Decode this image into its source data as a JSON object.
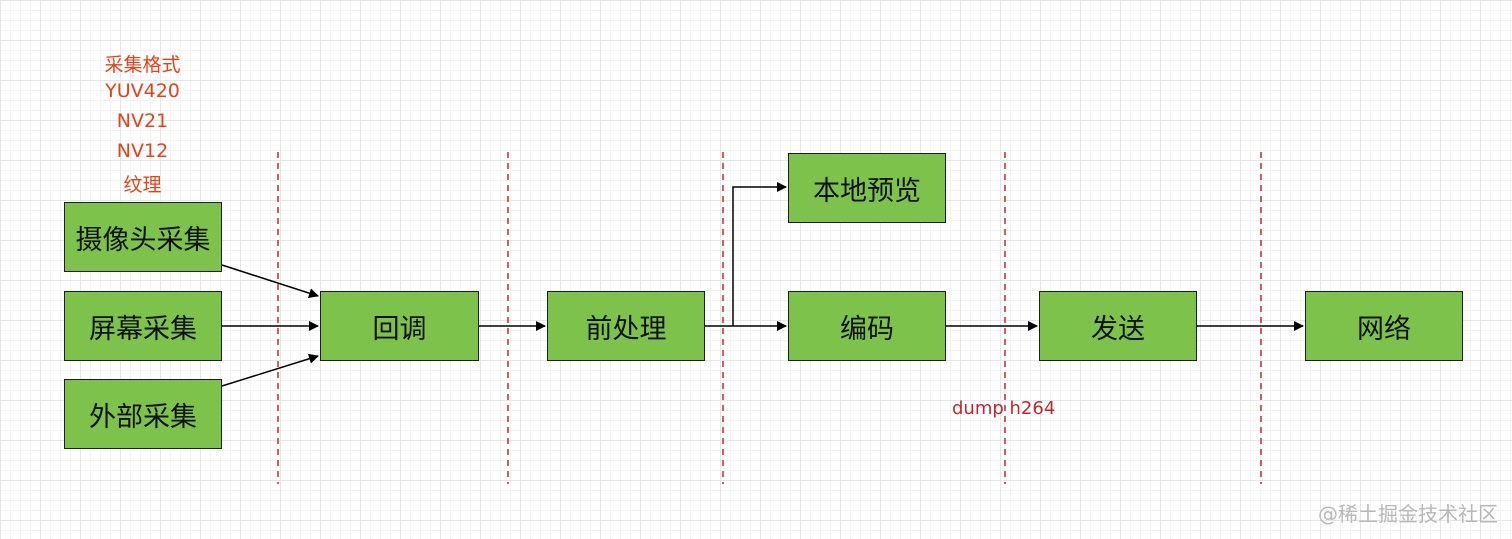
{
  "nodes": {
    "camera": "摄像头采集",
    "screen": "屏幕采集",
    "external": "外部采集",
    "callback": "回调",
    "preprocess": "前处理",
    "local_preview": "本地预览",
    "encode": "编码",
    "send": "发送",
    "network": "网络"
  },
  "capture_formats": [
    "采集格式",
    "YUV420",
    "NV21",
    "NV12",
    "纹理"
  ],
  "dump_label": "dump h264",
  "watermark": "@稀土掘金技术社区",
  "colors": {
    "box_fill": "#7dc34b",
    "box_border": "#1e1e1e",
    "annotation": "#e0441a",
    "dump_text": "#c0282e",
    "divider": "#c0282e",
    "arrow": "#000000"
  }
}
